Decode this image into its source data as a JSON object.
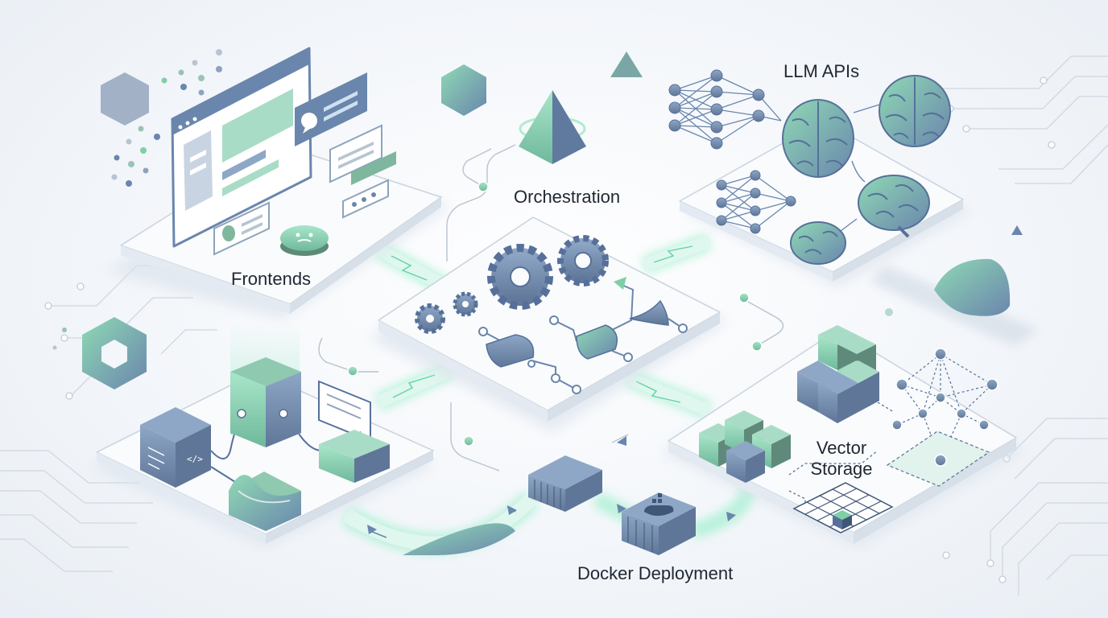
{
  "labels": {
    "frontends": "Frontends",
    "orchestration": "Orchestration",
    "llm_apis": "LLM APIs",
    "vector_storage_line1": "Vector",
    "vector_storage_line2": "Storage",
    "docker_deployment": "Docker Deployment"
  },
  "code_icon_glyph": "</>",
  "colors": {
    "platform": "#f7f9fb",
    "platform_stroke": "#cdd6e0",
    "accent_green": "#7fcfa6",
    "accent_blue": "#6a86ad",
    "slate": "#7f93ad",
    "glow": "#8ee6c2",
    "circuit": "#c9d2dd",
    "text": "#1f2733"
  },
  "icons": [
    "browser-window-icon",
    "chat-bubble-icon",
    "gear-icon",
    "logic-gate-icon",
    "neural-network-icon",
    "brain-icon",
    "server-block-icon",
    "cube-icon",
    "graph-network-icon",
    "grid-plane-icon",
    "shipping-container-icon",
    "docker-whale-icon",
    "hexagon-icon",
    "pyramid-icon",
    "triangle-icon"
  ]
}
